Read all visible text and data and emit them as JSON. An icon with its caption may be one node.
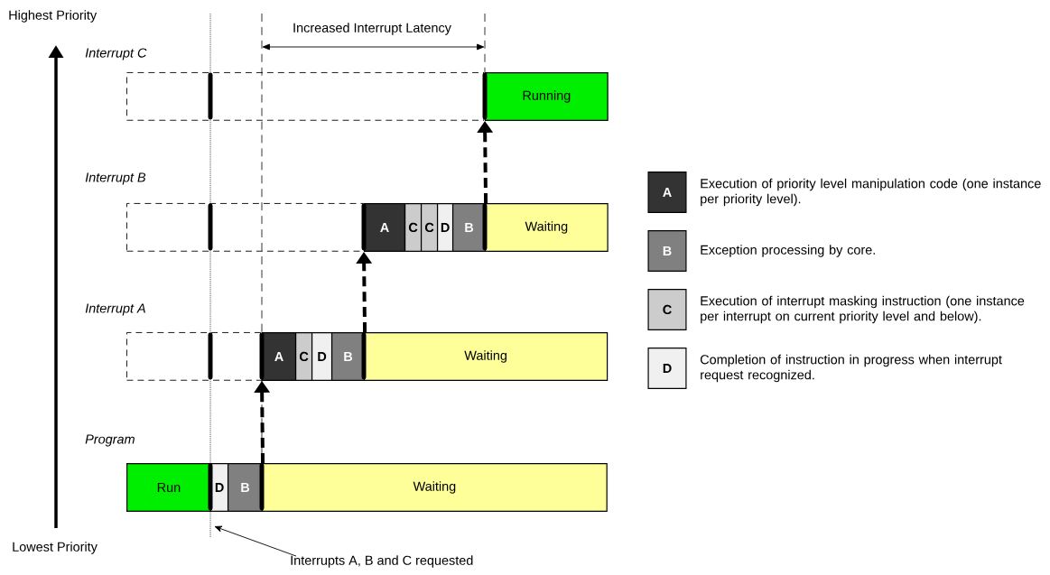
{
  "diagram": {
    "nodes": [
      {
        "text": [],
        "shape": "box"
      },
      {
        "text": [
          "Running"
        ]
      },
      {
        "text": [],
        "shape": "box"
      },
      {
        "text": [
          "A"
        ]
      },
      {
        "text": [
          "C"
        ]
      },
      {
        "text": [
          "C"
        ]
      },
      {
        "text": [
          "D"
        ]
      },
      {
        "text": [
          "B"
        ]
      },
      {
        "text": [
          "Waiting"
        ]
      },
      {
        "text": [],
        "shape": "box"
      },
      {
        "text": [
          "A"
        ]
      },
      {
        "text": [
          "C"
        ]
      },
      {
        "text": [
          "D"
        ]
      },
      {
        "text": [
          "B"
        ]
      },
      {
        "text": [
          "Waiting"
        ]
      },
      {
        "text": [
          "Run"
        ]
      },
      {
        "text": [
          "D"
        ]
      },
      {
        "text": [
          "B"
        ]
      },
      {
        "text": [
          "Waiting"
        ]
      },
      {
        "text": [
          "Interrupts A, B and C requested"
        ]
      }
    ],
    "edges": [
      {
        "from": 17,
        "to": 10,
        "arrow": "to",
        "style": "dashed"
      },
      {
        "from": 13,
        "to": 3,
        "arrow": "to",
        "style": "dashed"
      },
      {
        "from": 7,
        "to": 1,
        "arrow": "to",
        "style": "dashed"
      },
      {
        "from": 19,
        "to": null,
        "arrow": "to"
      }
    ],
    "labels": [
      "Highest Priority",
      "Increased Interrupt Latency",
      "Interrupt C",
      "Interrupt B",
      "Interrupt A",
      "Program",
      "Lowest Priority",
      "A",
      "B",
      "C",
      "D"
    ],
    "legend": [
      {
        "text": "Execution of priority level manipulation code (one instance per priority level).",
        "color": "#333333"
      },
      {
        "text": "Exception processing by core.",
        "color": "#808080"
      },
      {
        "text": "Execution of interrupt masking instruction (one instance per interrupt on current priority level and below).",
        "color": "#cccccc"
      },
      {
        "text": "Completion of instruction in progress when interrupt request recognized.",
        "color": "#f0f0f0"
      }
    ]
  }
}
